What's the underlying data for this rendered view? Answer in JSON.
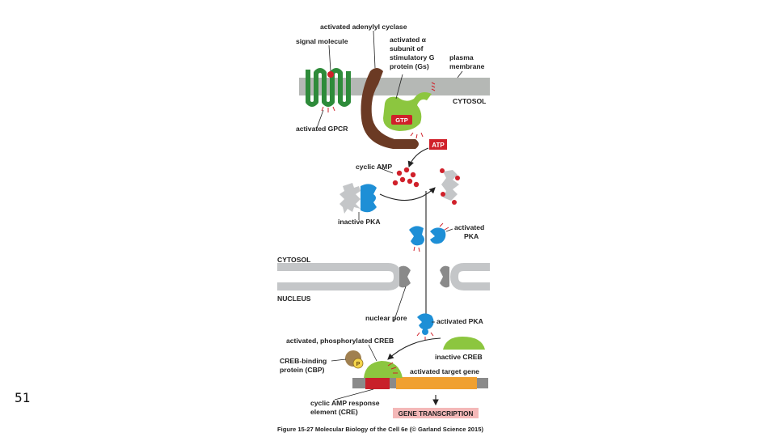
{
  "slide": {
    "number": "51"
  },
  "figure": {
    "labels": {
      "activated_adenylyl_cyclase": "activated adenylyl cyclase",
      "signal_molecule": "signal molecule",
      "activated_alpha_subunit": [
        "activated α",
        "subunit of",
        "stimulatory G",
        "protein (Gs)"
      ],
      "plasma_membrane": [
        "plasma",
        "membrane"
      ],
      "cytosol_top": "CYTOSOL",
      "gtp": "GTP",
      "activated_gpcr": "activated GPCR",
      "atp": "ATP",
      "cyclic_amp": "cyclic AMP",
      "inactive_pka": "inactive PKA",
      "activated_pka_1": [
        "activated",
        "PKA"
      ],
      "cytosol_mid": "CYTOSOL",
      "nucleus": "NUCLEUS",
      "nuclear_pore": "nuclear pore",
      "activated_pka_2": "activated PKA",
      "activated_phosphorylated_creb": "activated, phosphorylated CREB",
      "inactive_creb": "inactive CREB",
      "creb_binding_protein": [
        "CREB-binding",
        "protein (CBP)"
      ],
      "phosphate": "P",
      "activated_target_gene": "activated target gene",
      "cre": [
        "cyclic AMP response",
        "element (CRE)"
      ],
      "gene_transcription": "GENE TRANSCRIPTION"
    },
    "caption": "Figure 15-27 Molecular Biology of the Cell 6e (© Garland Science 2015)",
    "colors": {
      "membrane": "#b5b8b5",
      "receptor_green": "#2e8b3a",
      "g_protein_green": "#8cc63f",
      "adenylyl_cyclase_brown": "#6b3a24",
      "pka_blue": "#1e8fd6",
      "regulatory_gray": "#c4c6c8",
      "camp_red": "#d0202a",
      "dna_gray": "#8a8a8a",
      "cre_red": "#c8202a",
      "gene_orange": "#f0a030",
      "cbp_brown": "#a08050",
      "phosphate_yellow": "#f5d54a",
      "transcription_pink": "#f4b8b8"
    }
  }
}
